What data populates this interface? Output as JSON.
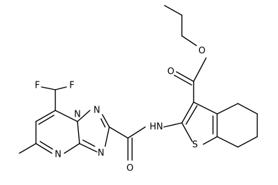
{
  "figure": {
    "type": "chemical-structure"
  },
  "atom_labels": {
    "fluorine_1": "F",
    "fluorine_2": "F",
    "ester_oxygen": "O",
    "carbonyl_oxygen_ester": "O",
    "carbonyl_oxygen_amide": "O",
    "amide_nh": "HN",
    "thiophene_sulfur": "S",
    "n1": "N",
    "n2": "N",
    "n3": "N",
    "n4": "N"
  },
  "colors": {
    "bond": "#000000",
    "label": "#000000",
    "background": "#ffffff"
  }
}
